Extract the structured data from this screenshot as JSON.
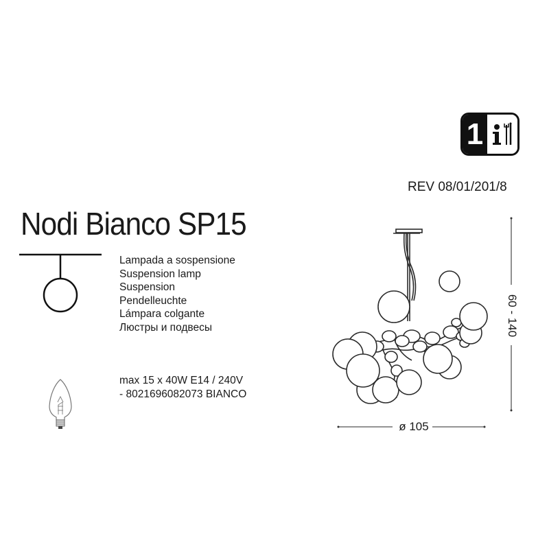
{
  "header": {
    "product_title": "Nodi Bianco SP15",
    "revision": "REV 08/01/201/8",
    "instruction_icon": {
      "number": "1",
      "glyphs": [
        "info-icon",
        "tools-icon"
      ]
    }
  },
  "description": {
    "lines": [
      "Lampada a sospensione",
      "Suspension lamp",
      "Suspension",
      "Pendelleuchte",
      "Lámpara colgante",
      "Люстры и подвесы"
    ]
  },
  "specs": {
    "lines": [
      "max 15 x 40W E14 / 240V",
      "- 8021696082073 BIANCO"
    ]
  },
  "dimensions": {
    "height": "60 - 140",
    "diameter": "ø 105"
  },
  "icons": {
    "pendant_symbol": "pendant-lamp-symbol-icon",
    "bulb": "candle-bulb-e14-icon",
    "drawing": "chandelier-drawing"
  },
  "colors": {
    "ink": "#1a1a1a",
    "background": "#ffffff",
    "dimension_line": "#555555"
  }
}
